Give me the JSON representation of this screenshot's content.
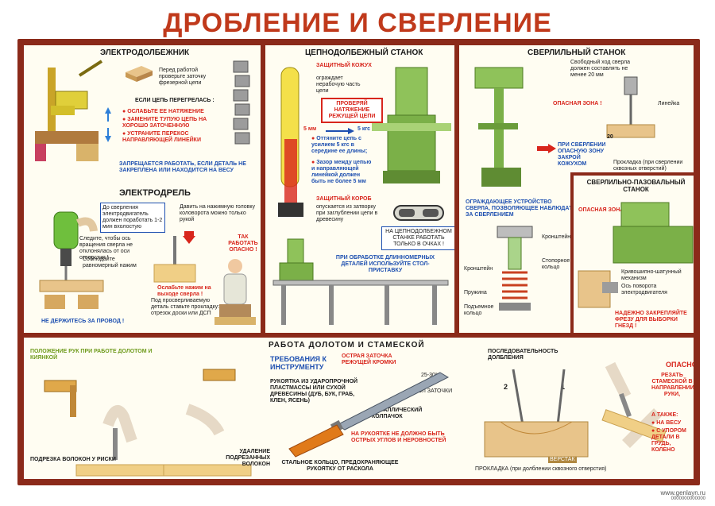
{
  "title": "ДРОБЛЕНИЕ И СВЕРЛЕНИЕ",
  "electro_mortiser": {
    "heading": "ЭЛЕКТРОДОЛБЕЖНИК",
    "check_note": "Перед работой проверьте заточку фрезерной цепи",
    "overheat_title": "ЕСЛИ ЦЕПЬ ПЕРЕГРЕЛАСЬ :",
    "items": [
      "ОСЛАБЬТЕ ЕЕ НАТЯЖЕНИЕ",
      "ЗАМЕНИТЕ ТУПУЮ ЦЕПЬ НА ХОРОШО ЗАТОЧЕННУЮ",
      "УСТРАНИТЕ ПЕРЕКОС НАПРАВЛЯЮЩЕЙ ЛИНЕЙКИ"
    ],
    "warning": "ЗАПРЕЩАЕТСЯ РАБОТАТЬ, ЕСЛИ ДЕТАЛЬ НЕ ЗАКРЕПЛЕНА ИЛИ НАХОДИТСЯ НА ВЕСУ"
  },
  "electro_drill": {
    "heading": "ЭЛЕКТРОДРЕЛЬ",
    "idle_note": "До сверления электродвигатель должен поработать 1-2 мин вхолостую",
    "press_note": "Давить на нажимную головку коловорота можно только рукой",
    "axis_note": "Следите, чтобы ось вращения сверла не отклонялась от оси отверстия !",
    "axis_note2": "Соблюдайте равномерный нажим",
    "exit_note": "Ослабьте нажим на выходе сверла !",
    "board_note": "Под просверливаемую деталь ставьте прокладку: отрезок доски или ДСП",
    "danger_label": "ТАК РАБОТАТЬ ОПАСНО !",
    "wire_warning": "НЕ ДЕРЖИТЕСЬ ЗА ПРОВОД !"
  },
  "chain_mortiser": {
    "heading": "ЦЕПНОДОЛБЕЖНЫЙ СТАНОК",
    "guard_label": "ЗАЩИТНЫЙ КОЖУХ",
    "guard_note": "ограждает нерабочую часть цепи",
    "tension_box": "ПРОВЕРЯЙ НАТЯЖЕНИЕ РЕЖУЩЕЙ ЦЕПИ",
    "gap_label": "5 мм",
    "force_label": "5 кгс",
    "bullet1": "Оттяните цепь с усилием 5 кгс в середине ее длины;",
    "bullet2": "Зазор между цепью и направляющей линейкой должен быть не более 5 мм",
    "box_label": "ЗАЩИТНЫЙ КОРОБ",
    "box_note": "опускается из затворку при заглублении цепи в древесину",
    "goggles_note": "НА ЦЕПНОДОЛБЕЖНОМ СТАНКЕ РАБОТАТЬ ТОЛЬКО В ОЧКАХ !",
    "long_parts": "ПРИ ОБРАБОТКЕ ДЛИННОМЕРНЫХ ДЕТАЛЕЙ ИСПОЛЬЗУЙТЕ СТОЛ-ПРИСТАВКУ"
  },
  "drill_press": {
    "heading": "СВЕРЛИЛЬНЫЙ СТАНОК",
    "travel_note": "Свободный ход сверла должен составлять не менее 20 мм",
    "danger_zone": "ОПАСНАЯ ЗОНА !",
    "ruler": "Линейка",
    "dim": "20",
    "cover_note": "ПРИ СВЕРЛЕНИИ ОПАСНУЮ ЗОНУ ЗАКРОЙ КОЖУХОМ",
    "pad_note": "Прокладка (при сверлении сквозных отверстий)",
    "guard_title": "ОГРАЖДАЮЩЕЕ УСТРОЙСТВО СВЕРЛА, ПОЗВОЛЯЮЩЕЕ НАБЛЮДАТЬ ЗА СВЕРЛЕНИЕМ",
    "bracket": "Кронштейн",
    "bracket2": "Кронштейн",
    "spring": "Пружина",
    "stop_ring": "Стопорное кольцо",
    "lift_ring": "Подъемное кольцо"
  },
  "slot_drill": {
    "heading": "СВЕРЛИЛЬНО-ПАЗОВАЛЬНЫЙ СТАНОК",
    "danger_zone": "ОПАСНАЯ ЗОНА !",
    "crank": "Кривошипно-шатунный механизм",
    "axis": "Ось поворота электродвигателя",
    "fix_note": "НАДЕЖНО ЗАКРЕПЛЯЙТЕ ФРЕЗУ ДЛЯ ВЫБОРКИ ГНЕЗД !"
  },
  "chisel_work": {
    "heading": "РАБОТА ДОЛОТОМ И СТАМЕСКОЙ",
    "hands_title": "ПОЛОЖЕНИЕ РУК ПРИ РАБОТЕ ДОЛОТОМ И КИЯНКОЙ",
    "cut_fibers": "ПОДРЕЗКА ВОЛОКОН У РИСКИ",
    "remove_fibers": "УДАЛЕНИЕ ПОДРЕЗАННЫХ ВОЛОКОН",
    "req_title": "ТРЕБОВАНИЯ К ИНСТРУМЕНТУ",
    "sharp": "ОСТРАЯ ЗАТОЧКА РЕЖУЩЕЙ КРОМКИ",
    "angle_value": "25-30°",
    "angle_label": "УГОЛ ЗАТОЧКИ",
    "handle": "РУКОЯТКА ИЗ УДАРОПРОЧНОЙ ПЛАСТМАССЫ ИЛИ СУХОЙ ДРЕВЕСИНЫ (ДУБ, БУК, ГРАБ, КЛЕН, ЯСЕНЬ)",
    "cap": "МЕТАЛЛИЧЕСКИЙ КОЛПАЧОК",
    "no_sharp": "НА РУКОЯТКЕ НЕ ДОЛЖНО БЫТЬ ОСТРЫХ УГЛОВ И НЕРОВНОСТЕЙ",
    "ring": "СТАЛЬНОЕ КОЛЬЦО, ПРЕДОХРАНЯЮЩЕЕ РУКОЯТКУ ОТ РАСКОЛА",
    "seq_title": "ПОСЛЕДОВАТЕЛЬНОСТЬ ДОЛБЛЕНИЯ",
    "step2": "2",
    "step1": "1",
    "workbench": "ВЕРСТАК",
    "pad": "ПРОКЛАДКА (при долблении сквозного отверстия)",
    "danger": "ОПАСНО",
    "cut_dir": "РЕЗАТЬ СТАМЕСКОЙ В НАПРАВЛЕНИИ РУКИ,",
    "also": "А ТАКЖЕ:",
    "also_items": [
      "НА ВЕСУ",
      "С УПОРОМ ДЕТАЛИ В ГРУДЬ, КОЛЕНО"
    ]
  },
  "footer": {
    "site": "www.genlayn.ru",
    "code": "0000000000000"
  }
}
